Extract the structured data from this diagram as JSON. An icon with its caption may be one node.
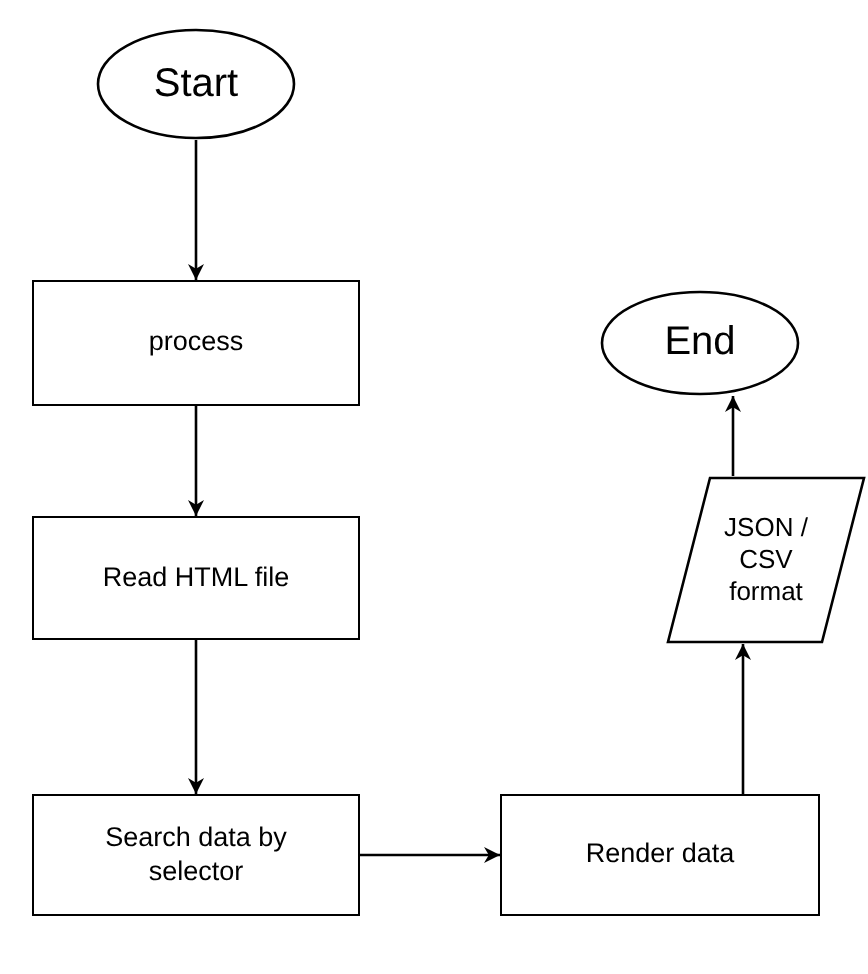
{
  "diagram": {
    "nodes": [
      {
        "text": [
          "Start"
        ]
      },
      {
        "text": [
          "process"
        ]
      },
      {
        "text": [
          "Read HTML file"
        ]
      },
      {
        "text": [
          "Search data by selector"
        ]
      },
      {
        "text": [
          "Render data"
        ]
      },
      {
        "text": [
          "JSON / CSV format"
        ]
      },
      {
        "text": [
          "End"
        ]
      }
    ],
    "edges": [
      {
        "from": 0,
        "to": 1,
        "arrow": "to"
      },
      {
        "from": 1,
        "to": 2,
        "arrow": "to"
      },
      {
        "from": 2,
        "to": 3,
        "arrow": "to"
      },
      {
        "from": 3,
        "to": 4,
        "arrow": "to"
      },
      {
        "from": 4,
        "to": 5,
        "arrow": "to"
      },
      {
        "from": 5,
        "to": 6,
        "arrow": "to"
      }
    ]
  }
}
